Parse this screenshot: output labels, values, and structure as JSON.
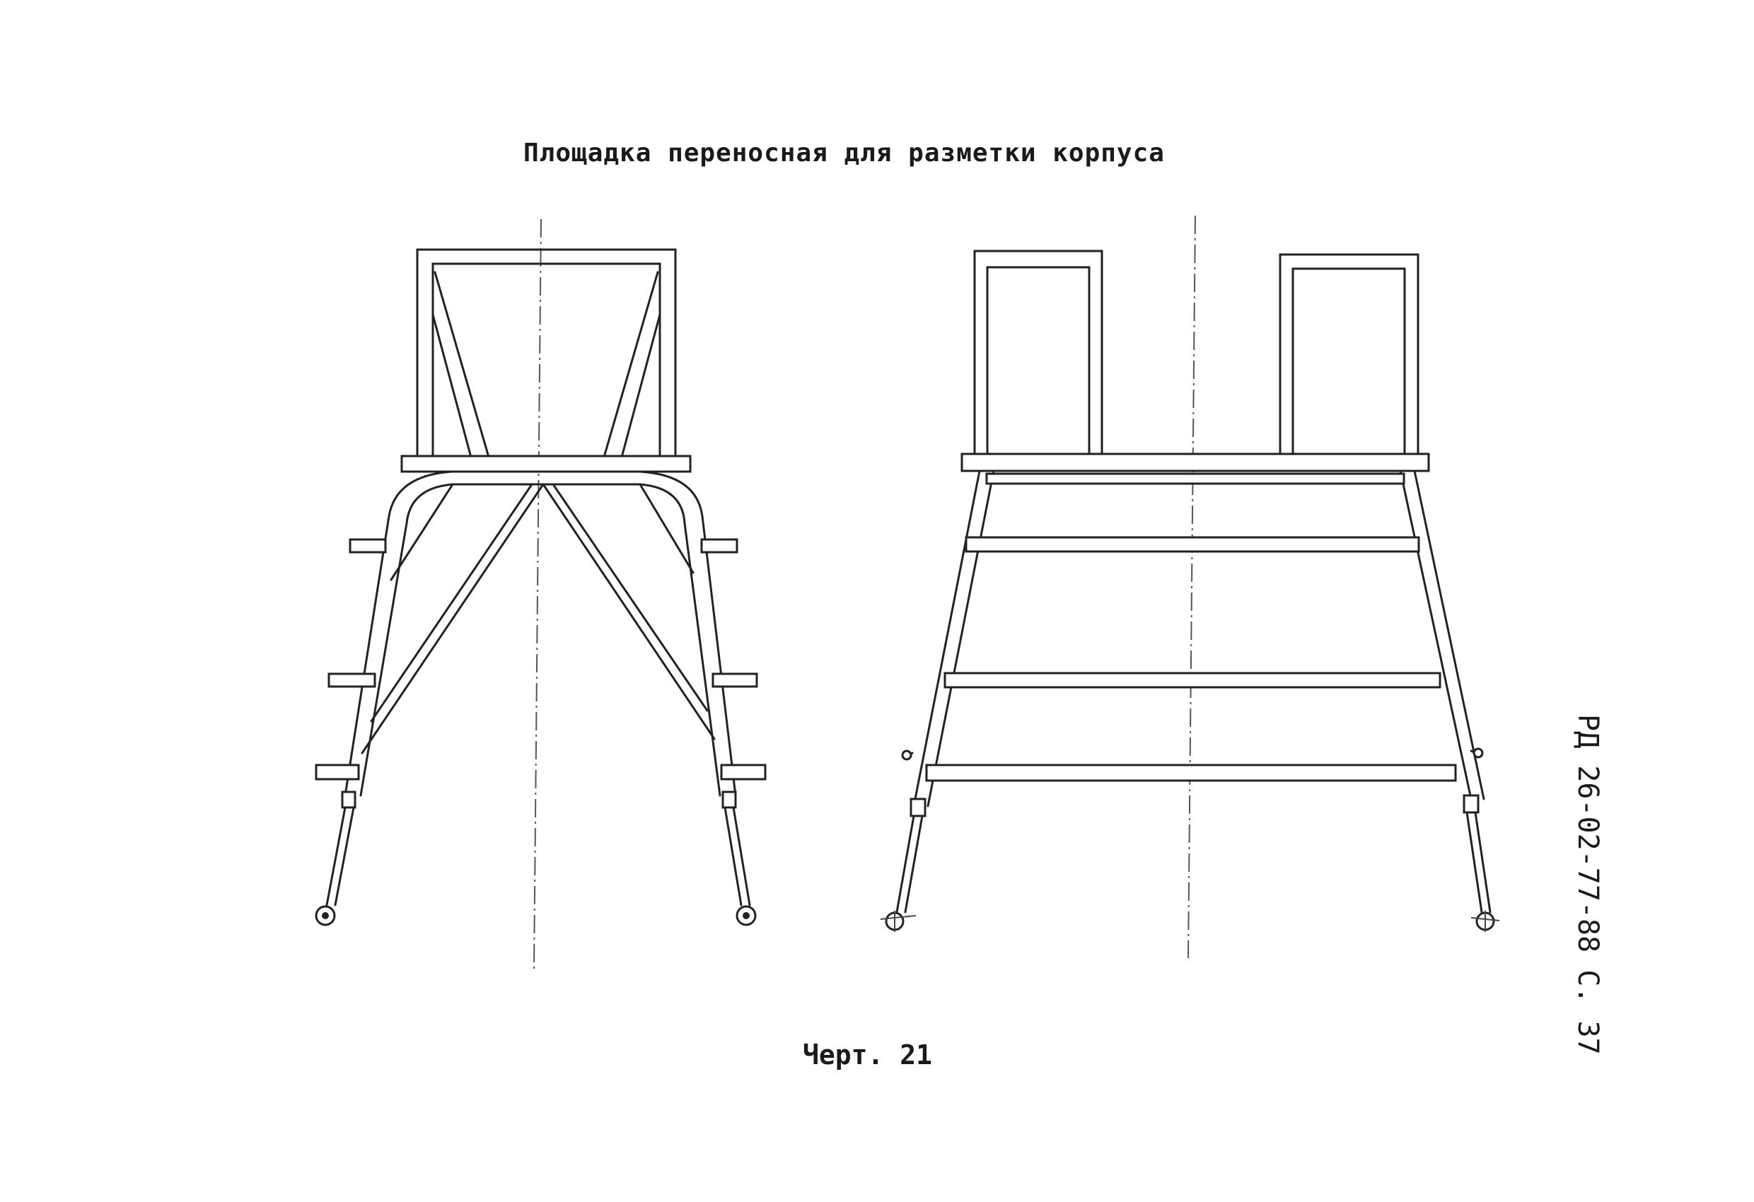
{
  "document": {
    "title": "Площадка переносная для разметки корпуса",
    "caption": "Черт. 21",
    "side_reference": "РД 26-02-77-88 С. 37"
  },
  "figures": [
    {
      "view": "front-view"
    },
    {
      "view": "side-view"
    }
  ]
}
